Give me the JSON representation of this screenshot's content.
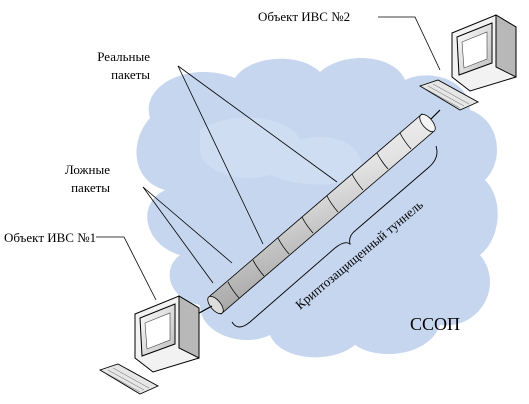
{
  "labels": {
    "object2": "Объект ИВС №2",
    "object1": "Объект ИВС №1",
    "real_packets_line1": "Реальные",
    "real_packets_line2": "пакеты",
    "fake_packets_line1": "Ложные",
    "fake_packets_line2": "пакеты",
    "tunnel": "Криптозащищенный туннель",
    "network": "ССОП"
  },
  "icons": {
    "computer": "computer-icon",
    "keyboard": "keyboard-icon"
  },
  "colors": {
    "cloud": "#c6d6ef",
    "tube": "#e8e8e8",
    "line": "#000000"
  }
}
